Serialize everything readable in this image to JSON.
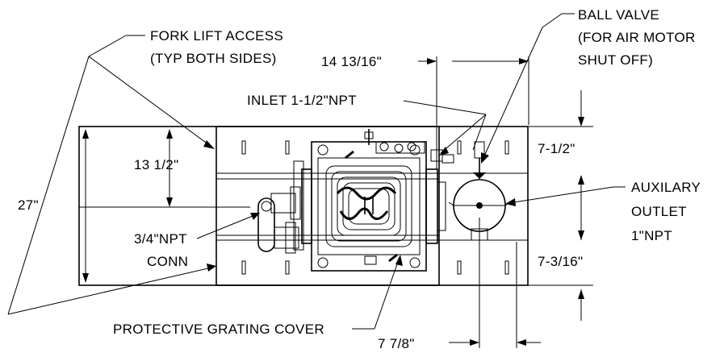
{
  "labels": {
    "fork_lift_line1": "FORK LIFT ACCESS",
    "fork_lift_line2": "(TYP BOTH SIDES)",
    "ball_valve_line1": "BALL VALVE",
    "ball_valve_line2": "(FOR AIR MOTOR",
    "ball_valve_line3": "SHUT OFF)",
    "dim_14_13_16": "14 13/16\"",
    "inlet": "INLET 1-1/2\"NPT",
    "dim_13_1_2": "13 1/2\"",
    "dim_27": "27\"",
    "dim_7_1_2": "7-1/2\"",
    "auxilary_line1": "AUXILARY",
    "auxilary_line2": "OUTLET",
    "auxilary_line3": "1\"NPT",
    "npt_3_4_line1": "3/4\"NPT",
    "npt_3_4_line2": "CONN",
    "dim_7_3_16": "7-3/16\"",
    "protective_grating": "PROTECTIVE GRATING COVER",
    "dim_7_7_8": "7 7/8\""
  }
}
